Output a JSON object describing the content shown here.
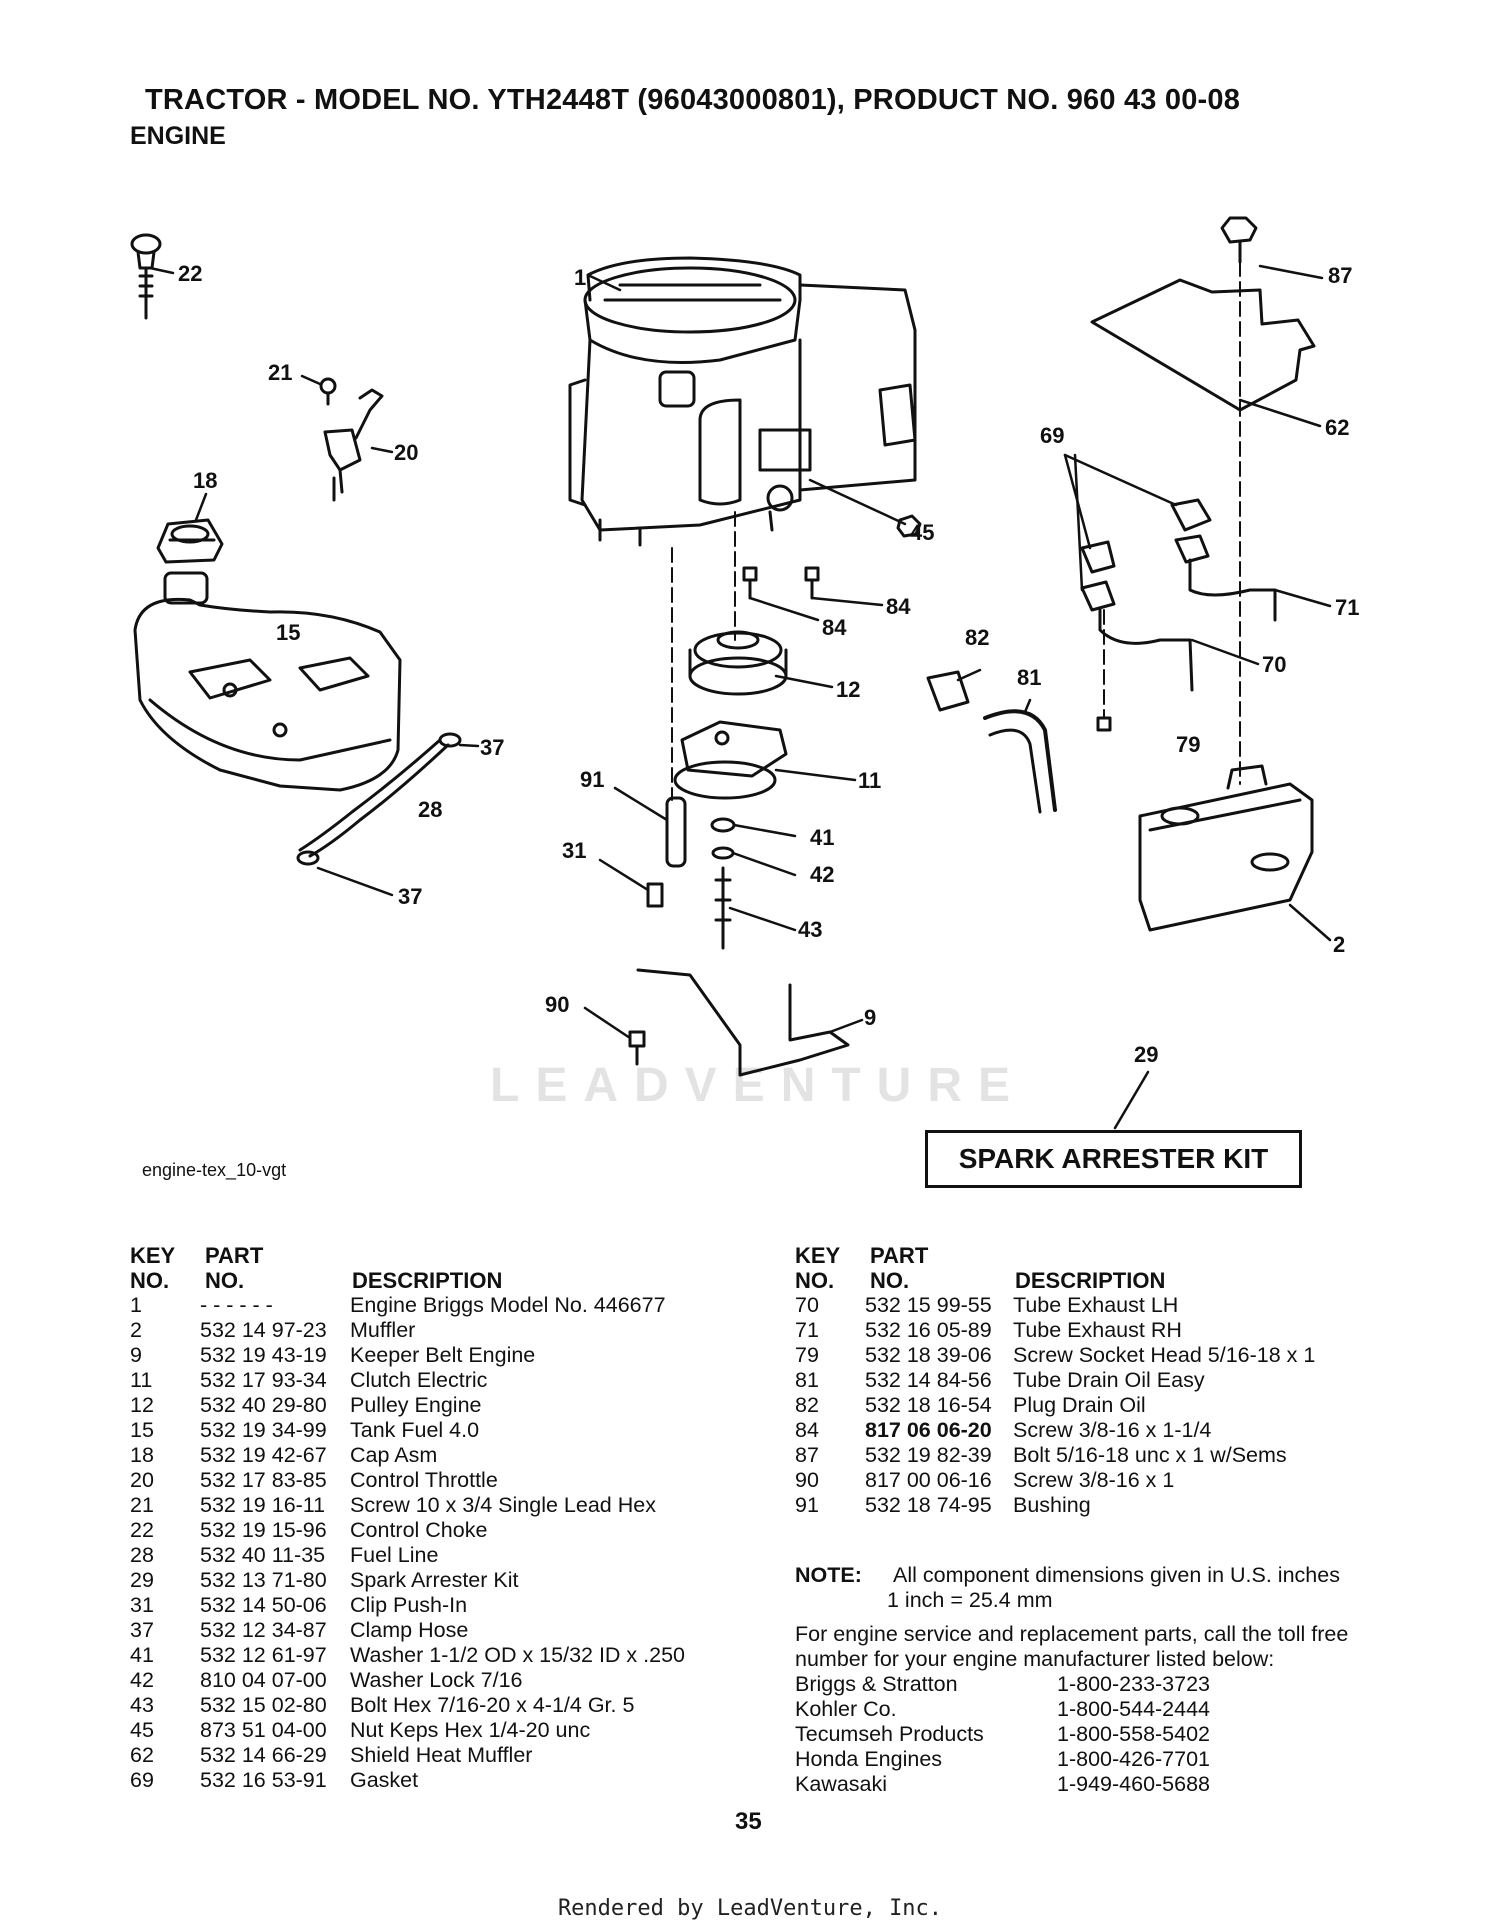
{
  "header": {
    "title": "TRACTOR - MODEL NO. YTH2448T (96043000801), PRODUCT NO. 960 43 00-08",
    "subtitle": "ENGINE"
  },
  "diagram": {
    "figure_code": "engine-tex_10-vgt",
    "kit_label": "SPARK ARRESTER KIT",
    "watermark": "LEADVENTURE",
    "callouts": [
      "22",
      "1",
      "87",
      "21",
      "20",
      "62",
      "69",
      "18",
      "45",
      "84",
      "84",
      "71",
      "15",
      "82",
      "12",
      "70",
      "81",
      "37",
      "28",
      "91",
      "11",
      "79",
      "31",
      "41",
      "42",
      "37",
      "43",
      "2",
      "90",
      "9",
      "29"
    ]
  },
  "table_headers": {
    "key_line1": "KEY",
    "key_line2": "NO.",
    "part_line1": "PART",
    "part_line2": "NO.",
    "description": "DESCRIPTION"
  },
  "parts_left": [
    {
      "key": "1",
      "part": "- - - - - -",
      "desc": "Engine Briggs Model No. 446677"
    },
    {
      "key": "2",
      "part": "532 14 97-23",
      "desc": "Muffler"
    },
    {
      "key": "9",
      "part": "532 19 43-19",
      "desc": "Keeper Belt Engine"
    },
    {
      "key": "11",
      "part": "532 17 93-34",
      "desc": "Clutch Electric"
    },
    {
      "key": "12",
      "part": "532 40 29-80",
      "desc": "Pulley Engine"
    },
    {
      "key": "15",
      "part": "532 19 34-99",
      "desc": "Tank Fuel 4.0"
    },
    {
      "key": "18",
      "part": "532 19 42-67",
      "desc": "Cap Asm"
    },
    {
      "key": "20",
      "part": "532 17 83-85",
      "desc": "Control Throttle"
    },
    {
      "key": "21",
      "part": "532 19 16-11",
      "desc": "Screw 10 x 3/4 Single Lead Hex"
    },
    {
      "key": "22",
      "part": "532 19 15-96",
      "desc": "Control Choke"
    },
    {
      "key": "28",
      "part": "532 40 11-35",
      "desc": "Fuel Line"
    },
    {
      "key": "29",
      "part": "532 13 71-80",
      "desc": "Spark Arrester Kit"
    },
    {
      "key": "31",
      "part": "532 14 50-06",
      "desc": "Clip Push-In"
    },
    {
      "key": "37",
      "part": "532 12 34-87",
      "desc": "Clamp Hose"
    },
    {
      "key": "41",
      "part": "532 12 61-97",
      "desc": "Washer 1-1/2 OD x 15/32 ID x .250"
    },
    {
      "key": "42",
      "part": "810 04 07-00",
      "desc": "Washer Lock 7/16"
    },
    {
      "key": "43",
      "part": "532 15 02-80",
      "desc": "Bolt Hex 7/16-20 x 4-1/4 Gr. 5"
    },
    {
      "key": "45",
      "part": "873 51 04-00",
      "desc": "Nut Keps Hex 1/4-20 unc"
    },
    {
      "key": "62",
      "part": "532 14 66-29",
      "desc": "Shield Heat Muffler"
    },
    {
      "key": "69",
      "part": "532 16 53-91",
      "desc": "Gasket"
    }
  ],
  "parts_right": [
    {
      "key": "70",
      "part": "532 15 99-55",
      "desc": "Tube Exhaust LH"
    },
    {
      "key": "71",
      "part": "532 16 05-89",
      "desc": "Tube Exhaust RH"
    },
    {
      "key": "79",
      "part": "532 18 39-06",
      "desc": "Screw Socket Head 5/16-18 x 1"
    },
    {
      "key": "81",
      "part": "532 14 84-56",
      "desc": "Tube Drain Oil Easy"
    },
    {
      "key": "82",
      "part": "532 18 16-54",
      "desc": "Plug Drain Oil"
    },
    {
      "key": "84",
      "part": "817 06 06-20",
      "desc": "Screw 3/8-16 x 1-1/4",
      "bold_part": true
    },
    {
      "key": "87",
      "part": "532 19 82-39",
      "desc": "Bolt 5/16-18 unc x 1 w/Sems"
    },
    {
      "key": "90",
      "part": "817 00 06-16",
      "desc": "Screw 3/8-16 x 1"
    },
    {
      "key": "91",
      "part": "532 18 74-95",
      "desc": "Bushing"
    }
  ],
  "note": {
    "label": "NOTE:",
    "line1": "All component dimensions given in U.S. inches",
    "line2": "1 inch = 25.4 mm"
  },
  "service": {
    "line1": "For engine service and replacement parts, call the toll free",
    "line2": "number for your engine manufacturer listed below:",
    "manufacturers": [
      {
        "name": "Briggs & Stratton",
        "phone": "1-800-233-3723"
      },
      {
        "name": "Kohler Co.",
        "phone": "1-800-544-2444"
      },
      {
        "name": "Tecumseh Products",
        "phone": "1-800-558-5402"
      },
      {
        "name": "Honda Engines",
        "phone": "1-800-426-7701"
      },
      {
        "name": "Kawasaki",
        "phone": "1-949-460-5688"
      }
    ]
  },
  "page_number": "35",
  "footer": "Rendered by LeadVenture, Inc."
}
